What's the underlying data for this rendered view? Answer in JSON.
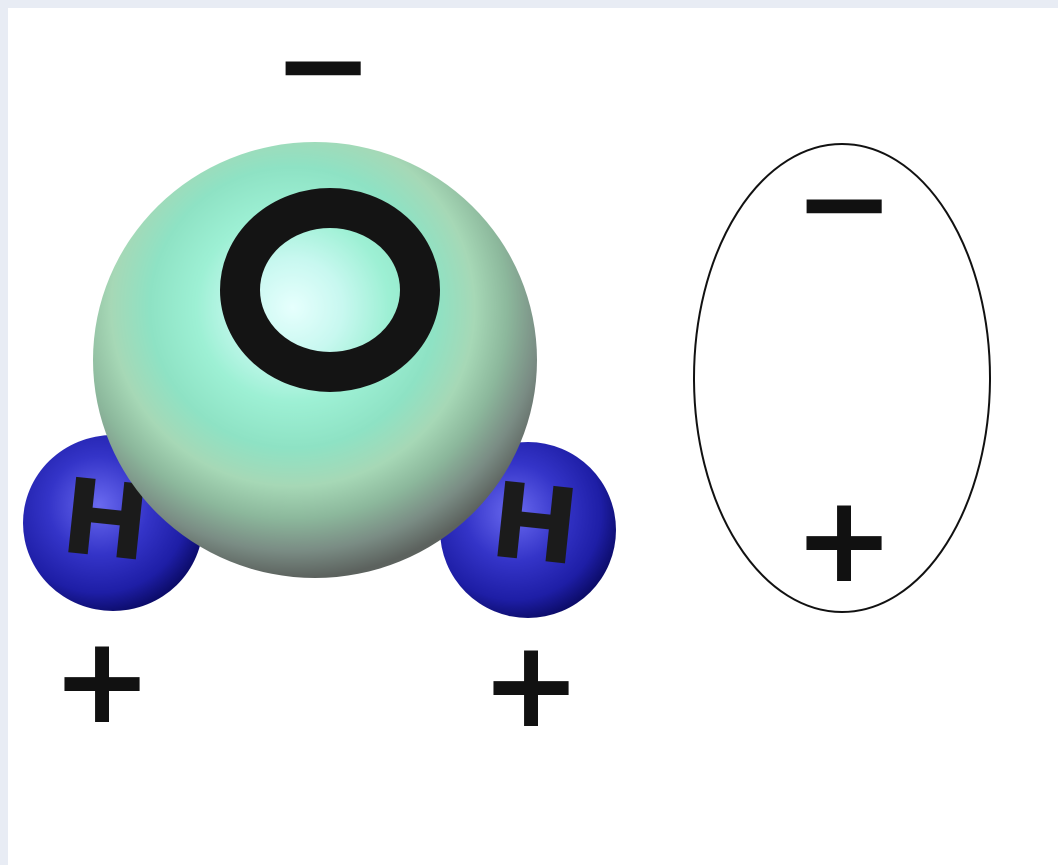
{
  "molecule": {
    "oxygen": {
      "symbol": "O"
    },
    "hydrogen_left": {
      "symbol": "H"
    },
    "hydrogen_right": {
      "symbol": "H"
    },
    "charges": {
      "oxygen": "−",
      "hydrogen_left": "+",
      "hydrogen_right": "+"
    }
  },
  "dipole": {
    "negative": "−",
    "positive": "+"
  },
  "colors": {
    "oxygen_light": "#d8fbf8",
    "oxygen_mid": "#8fe8c8",
    "oxygen_dark": "#5f6f68",
    "hydrogen_light": "#5a5ae0",
    "hydrogen_dark": "#121290",
    "ink": "#111111"
  }
}
